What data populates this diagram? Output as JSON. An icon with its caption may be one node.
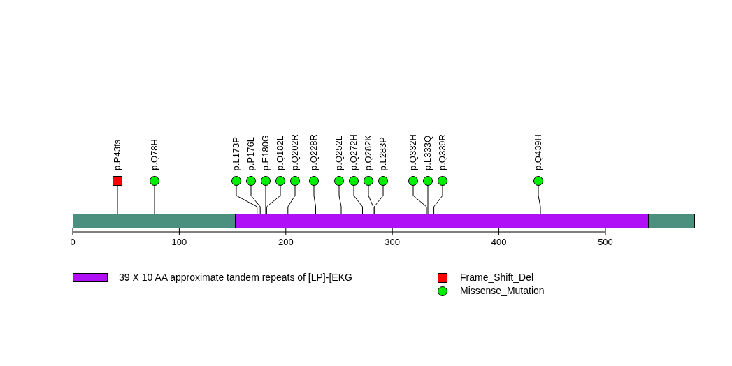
{
  "diagram": {
    "nodes": [
      {
        "text": [],
        "shape": "bar"
      },
      {
        "text": [],
        "shape": "bar",
        "in": 0
      },
      {
        "text": [
          "p.P43fs"
        ]
      },
      {
        "text": [
          "p.Q78H"
        ]
      },
      {
        "text": [
          "p.L173P"
        ]
      },
      {
        "text": [
          "p.P176L"
        ]
      },
      {
        "text": [
          "p.E180G"
        ]
      },
      {
        "text": [
          "p.Q182L"
        ]
      },
      {
        "text": [
          "p.Q202R"
        ]
      },
      {
        "text": [
          "p.Q228R"
        ]
      },
      {
        "text": [
          "p.Q252L"
        ]
      },
      {
        "text": [
          "p.Q272H"
        ]
      },
      {
        "text": [
          "p.Q282K"
        ]
      },
      {
        "text": [
          "p.L283P"
        ]
      },
      {
        "text": [
          "p.Q332H"
        ]
      },
      {
        "text": [
          "p.L333Q"
        ]
      },
      {
        "text": [
          "p.Q339R"
        ]
      },
      {
        "text": [
          "p.Q439H"
        ]
      }
    ],
    "edges": [
      {
        "from": 2,
        "to": 0,
        "arrow": "none"
      },
      {
        "from": 3,
        "to": 0,
        "arrow": "none"
      },
      {
        "from": 4,
        "to": 1,
        "arrow": "none"
      },
      {
        "from": 5,
        "to": 1,
        "arrow": "none"
      },
      {
        "from": 6,
        "to": 1,
        "arrow": "none"
      },
      {
        "from": 7,
        "to": 1,
        "arrow": "none"
      },
      {
        "from": 8,
        "to": 1,
        "arrow": "none"
      },
      {
        "from": 9,
        "to": 1,
        "arrow": "none"
      },
      {
        "from": 10,
        "to": 1,
        "arrow": "none"
      },
      {
        "from": 11,
        "to": 1,
        "arrow": "none"
      },
      {
        "from": 12,
        "to": 1,
        "arrow": "none"
      },
      {
        "from": 13,
        "to": 1,
        "arrow": "none"
      },
      {
        "from": 14,
        "to": 1,
        "arrow": "none"
      },
      {
        "from": 15,
        "to": 1,
        "arrow": "none"
      },
      {
        "from": 16,
        "to": 1,
        "arrow": "none"
      },
      {
        "from": 17,
        "to": 1,
        "arrow": "none"
      }
    ],
    "labels": [
      "0",
      "100",
      "200",
      "300",
      "400",
      "500"
    ],
    "legend": [
      {
        "text": "39 X 10 AA approximate tandem repeats of [LP]-[EKG",
        "color": "#b010f5"
      },
      {
        "text": "Frame_Shift_Del",
        "color": "#ff0000"
      },
      {
        "text": "Missense_Mutation",
        "color": "#00ee00"
      }
    ]
  }
}
